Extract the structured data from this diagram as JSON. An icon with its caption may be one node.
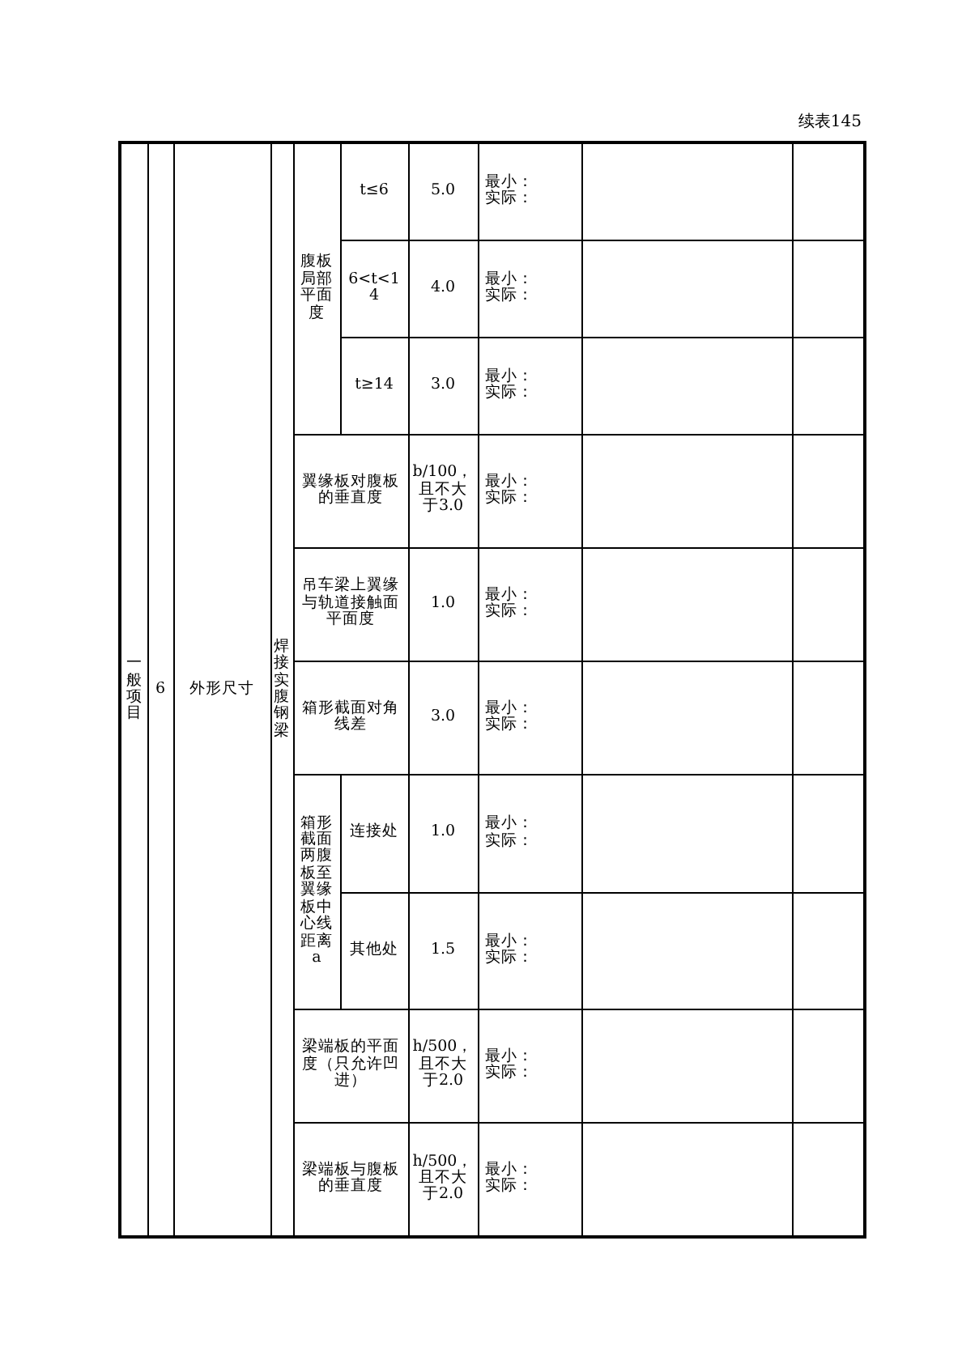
{
  "diagram": {
    "labels": [
      "续表145",
      "一般项目",
      "6",
      "外形尺寸",
      "焊接实腹钢梁",
      "腹板局部平面度",
      "t≤6",
      "5.0",
      "最小：",
      "实际：",
      "6<t<14",
      "4.0",
      "最小：",
      "实际：",
      "t≥14",
      "3.0",
      "最小：",
      "实际：",
      "翼缘板对腹板的垂直度",
      "b/100，且不大于3.0",
      "最小：",
      "实际：",
      "吊车梁上翼缘与轨道接触面平面度",
      "1.0",
      "最小：",
      "实际：",
      "箱形截面对角线差",
      "3.0",
      "最小：",
      "实际：",
      "箱形截面两腹板至翼缘板中心线距离a",
      "连接处",
      "1.0",
      "最小：",
      "实际：",
      "其他处",
      "1.5",
      "最小：",
      "实际：",
      "梁端板的平面度（只允许凹进）",
      "h/500，且不大于2.0",
      "最小：",
      "实际：",
      "梁端板与腹板的垂直度",
      "h/500，且不大于2.0",
      "最小：",
      "实际："
    ]
  }
}
